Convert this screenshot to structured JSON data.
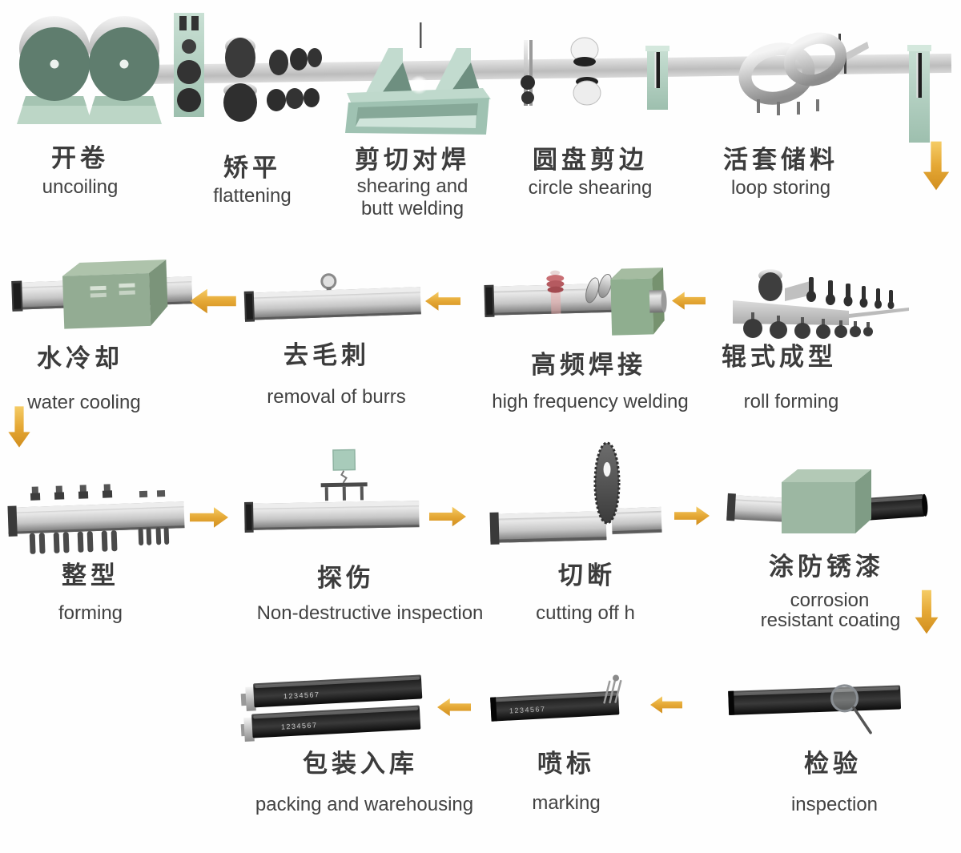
{
  "diagram_type": "manufacturing-process-flow",
  "stations": {
    "uncoiling": {
      "zh": "开卷",
      "en": "uncoiling"
    },
    "flattening": {
      "zh": "矫平",
      "en": "flattening"
    },
    "shearing_butt_welding": {
      "zh": "剪切对焊",
      "en1": "shearing and",
      "en2": "butt welding"
    },
    "circle_shearing": {
      "zh": "圆盘剪边",
      "en": "circle shearing"
    },
    "loop_storing": {
      "zh": "活套储料",
      "en": "loop storing"
    },
    "roll_forming": {
      "zh": "辊式成型",
      "en": "roll forming"
    },
    "high_frequency_welding": {
      "zh": "高频焊接",
      "en": "high frequency welding"
    },
    "removal_of_burrs": {
      "zh": "去毛刺",
      "en": "removal of burrs"
    },
    "water_cooling": {
      "zh": "水冷却",
      "en": "water cooling"
    },
    "forming": {
      "zh": "整型",
      "en": "forming"
    },
    "non_destructive_inspection": {
      "zh": "探伤",
      "en": "Non-destructive inspection"
    },
    "cutting_off": {
      "zh": "切断",
      "en": "cutting off h"
    },
    "corrosion_resistant_coating": {
      "zh": "涂防锈漆",
      "en1": "corrosion",
      "en2": "resistant coating"
    },
    "inspection": {
      "zh": "检验",
      "en": "inspection"
    },
    "marking": {
      "zh": "喷标",
      "en": "marking"
    },
    "packing_warehousing": {
      "zh": "包装入库",
      "en": "packing and warehousing"
    }
  },
  "flow_order": [
    "uncoiling",
    "flattening",
    "shearing_butt_welding",
    "circle_shearing",
    "loop_storing",
    "roll_forming",
    "high_frequency_welding",
    "removal_of_burrs",
    "water_cooling",
    "forming",
    "non_destructive_inspection",
    "cutting_off",
    "corrosion_resistant_coating",
    "inspection",
    "marking",
    "packing_warehousing"
  ],
  "tube_marking": "1234567",
  "icons": {
    "flow_down_arrow": "block-arrow-down",
    "flow_left_arrow": "block-arrow-left",
    "flow_right_arrow": "block-arrow-right"
  },
  "colors": {
    "arrow_gold": "#E5A835",
    "machine_green": "#9CB7A2",
    "mint_green": "#B5D2C5",
    "steel_gray": "#C6C6C6",
    "dark_tube": "#1c1c1c",
    "weld_coil_pink": "#C96F74",
    "label_text": "#3c3c3c"
  }
}
